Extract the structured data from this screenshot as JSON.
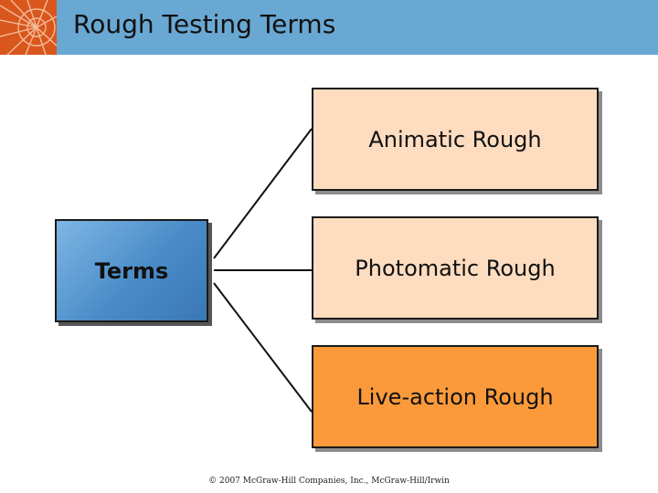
{
  "header": {
    "title": "Rough Testing Terms"
  },
  "diagram": {
    "root": "Terms",
    "children": [
      "Animatic Rough",
      "Photomatic Rough",
      "Live-action Rough"
    ]
  },
  "footer": {
    "copyright": "© 2007 McGraw-Hill Companies, Inc., McGraw-Hill/Irwin"
  },
  "colors": {
    "header_bar": "#6aa8d4",
    "logo": "#d9561c",
    "root_box": "#4a8cc8",
    "child_box_light": "#fddcc0",
    "child_box_highlight": "#fb9a3a"
  }
}
